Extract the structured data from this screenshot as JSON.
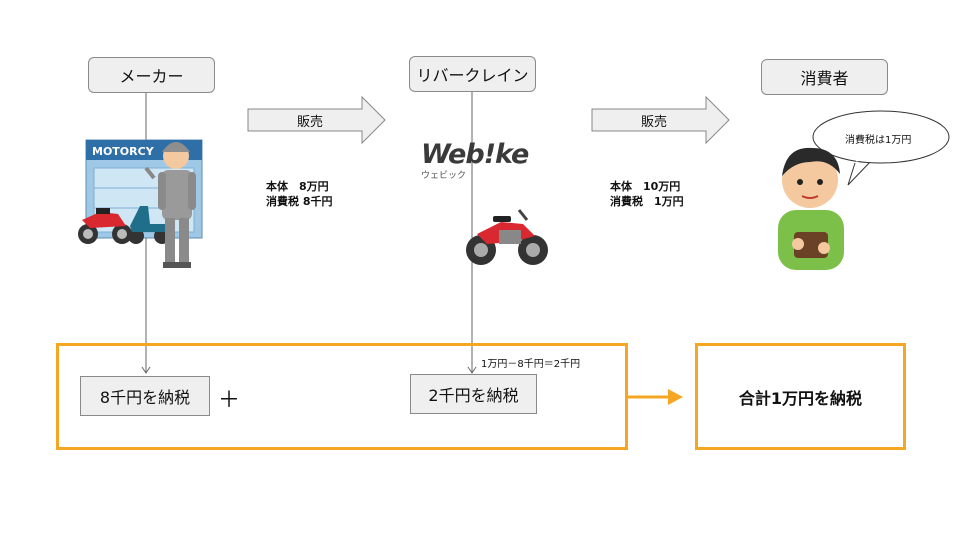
{
  "actors": {
    "maker": "メーカー",
    "retailer": "リバークレイン",
    "consumer": "消費者"
  },
  "arrows": {
    "sale1": "販売",
    "sale2": "販売"
  },
  "prices": {
    "maker_body": "本体　8万円",
    "maker_tax": "消費税 8千円",
    "retailer_body": "本体　10万円",
    "retailer_tax": "消費税　1万円"
  },
  "logo": {
    "main": "Web!ke",
    "sub": "ウェビック"
  },
  "speech_bubble": "消費税は1万円",
  "tax": {
    "maker_pay": "8千円を納税",
    "plus": "＋",
    "calc": "1万円－8千円＝2千円",
    "retailer_pay": "2千円を納税",
    "total": "合計1万円を納税"
  },
  "colors": {
    "accent": "#f5a623",
    "box_fill": "#efefef",
    "box_border": "#8a8a8a"
  },
  "icons": [
    "factory-worker-illustration",
    "motorcycle-illustration",
    "consumer-wallet-illustration"
  ]
}
